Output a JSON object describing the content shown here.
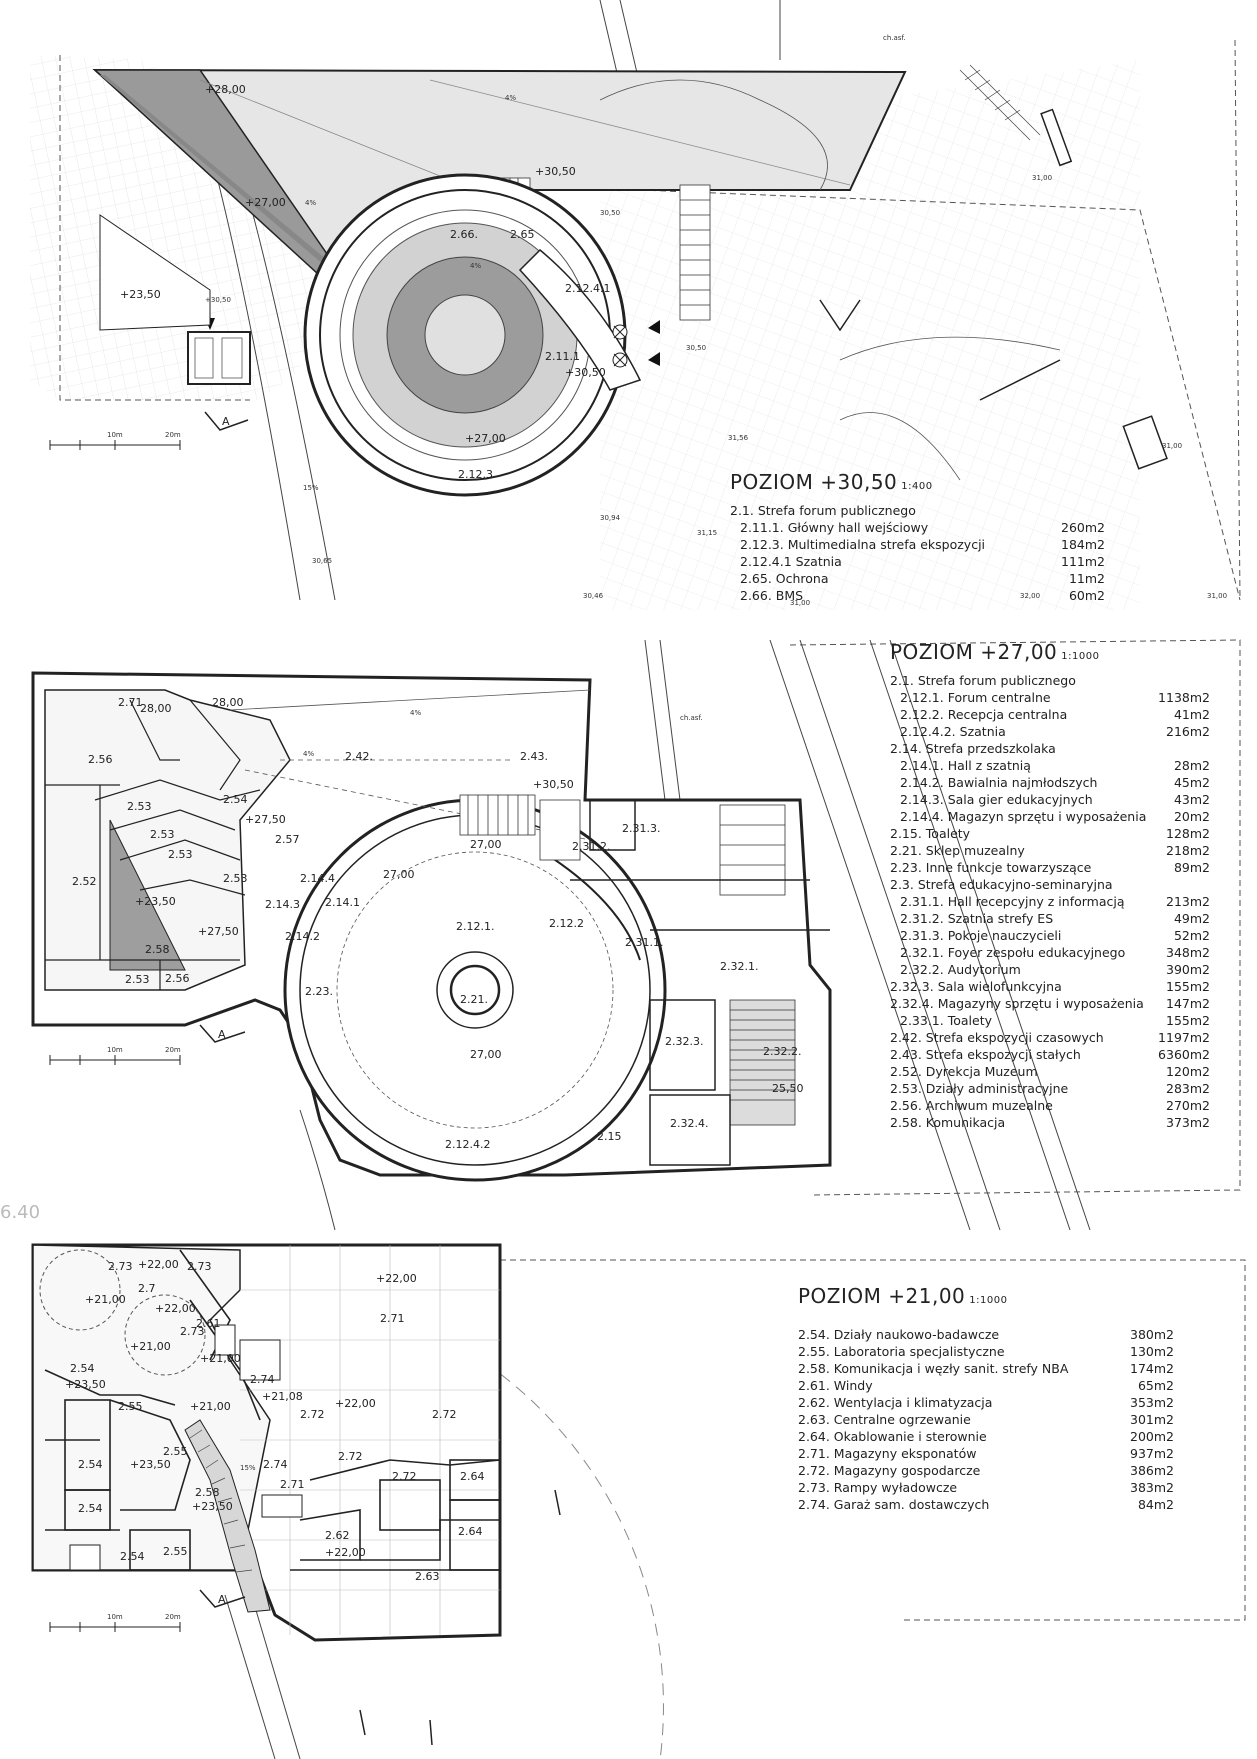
{
  "top": {
    "title": "POZIOM +30,50",
    "scale": "1:400",
    "rows": [
      {
        "name": "2.1. Strefa forum publicznego",
        "value": "",
        "sub": false
      },
      {
        "name": "2.11.1. Główny hall wejściowy",
        "value": "260m2",
        "sub": true
      },
      {
        "name": "2.12.3. Multimedialna strefa ekspozycji",
        "value": "184m2",
        "sub": true
      },
      {
        "name": "2.12.4.1 Szatnia",
        "value": "111m2",
        "sub": true
      },
      {
        "name": "2.65. Ochrona",
        "value": "11m2",
        "sub": true
      },
      {
        "name": "2.66. BMS",
        "value": "60m2",
        "sub": true
      }
    ],
    "labels": {
      "l1": "+28,00",
      "l2": "+27,00",
      "l3": "+30,50",
      "l4": "+23,50",
      "l5": "+30,50",
      "l6": "2.66.",
      "l7": "2.65",
      "l8": "2.12.4.1",
      "l9": "2.11.1",
      "l10": "+30,50",
      "l11": "+27,00",
      "l12": "2.12.3",
      "l13": "4%",
      "l14": "4%",
      "l15": "4%",
      "s1": "30,50",
      "s2": "30,50",
      "s3": "31,00",
      "s4": "31,00",
      "s5": "31,56",
      "s6": "31,15",
      "s7": "30,94",
      "s8": "30,46",
      "s9": "31,00",
      "s10": "32,00",
      "s11": "31,00",
      "s12": "30,65",
      "s13": "ch.asf.",
      "s14": "15%",
      "sc1": "10m",
      "sc2": "20m",
      "arrow": "A"
    }
  },
  "mid": {
    "title": "POZIOM +27,00",
    "scale": "1:1000",
    "rows": [
      {
        "name": "2.1. Strefa forum publicznego",
        "value": "",
        "sub": false
      },
      {
        "name": "2.12.1. Forum centralne",
        "value": "1138m2",
        "sub": true
      },
      {
        "name": "2.12.2. Recepcja centralna",
        "value": "41m2",
        "sub": true
      },
      {
        "name": "2.12.4.2. Szatnia",
        "value": "216m2",
        "sub": true
      },
      {
        "name": "2.14. Strefa przedszkolaka",
        "value": "",
        "sub": false
      },
      {
        "name": "2.14.1. Hall z szatnią",
        "value": "28m2",
        "sub": true
      },
      {
        "name": "2.14.2. Bawialnia najmłodszych",
        "value": "45m2",
        "sub": true
      },
      {
        "name": "2.14.3. Sala gier edukacyjnych",
        "value": "43m2",
        "sub": true
      },
      {
        "name": "2.14.4. Magazyn sprzętu i wyposażenia",
        "value": "20m2",
        "sub": true
      },
      {
        "name": "2.15. Toalety",
        "value": "128m2",
        "sub": false
      },
      {
        "name": "2.21. Sklep muzealny",
        "value": "218m2",
        "sub": false
      },
      {
        "name": "2.23. Inne funkcje towarzyszące",
        "value": "89m2",
        "sub": false
      },
      {
        "name": "2.3. Strefa edukacyjno-seminaryjna",
        "value": "",
        "sub": false
      },
      {
        "name": "2.31.1. Hall recepcyjny z informacją",
        "value": "213m2",
        "sub": true
      },
      {
        "name": "2.31.2. Szatnia strefy ES",
        "value": "49m2",
        "sub": true
      },
      {
        "name": "2.31.3. Pokoje nauczycieli",
        "value": "52m2",
        "sub": true
      },
      {
        "name": "2.32.1. Foyer zespołu edukacyjnego",
        "value": "348m2",
        "sub": true
      },
      {
        "name": "2.32.2. Audytorium",
        "value": "390m2",
        "sub": true
      },
      {
        "name": "2.32.3. Sala wielofunkcyjna",
        "value": "155m2",
        "sub": false
      },
      {
        "name": "2.32.4. Magazyny sprzętu i wyposażenia",
        "value": "147m2",
        "sub": false
      },
      {
        "name": "2.33.1. Toalety",
        "value": "155m2",
        "sub": true
      },
      {
        "name": "2.42. Strefa ekspozycji czasowych",
        "value": "1197m2",
        "sub": false
      },
      {
        "name": "2.43. Strefa ekspozycji stałych",
        "value": "6360m2",
        "sub": false
      },
      {
        "name": "2.52. Dyrekcja Muzeum",
        "value": "120m2",
        "sub": false
      },
      {
        "name": "2.53. Działy administracyjne",
        "value": "283m2",
        "sub": false
      },
      {
        "name": "2.56. Archiwum muzealne",
        "value": "270m2",
        "sub": false
      },
      {
        "name": "2.58. Komunikacja",
        "value": "373m2",
        "sub": false
      }
    ],
    "labels": {
      "m1": "2.71",
      "m2": "28,00",
      "m3": "28,00",
      "m4": "2.56",
      "m5": "2.53",
      "m6": "2.54",
      "m7": "2.53",
      "m8": "2.53",
      "m9": "2.53",
      "m10": "+27,50",
      "m11": "2.57",
      "m12": "2.14.4",
      "m13": "2.14.3",
      "m14": "2.14.1",
      "m15": "2.14.2",
      "m16": "2.52",
      "m17": "+23,50",
      "m18": "+27,50",
      "m19": "2.58",
      "m20": "2.53",
      "m21": "2.56",
      "m22": "2.23.",
      "m23": "2.42.",
      "m24": "2.43.",
      "m25": "+30,50",
      "m26": "27,00",
      "m27": "27,00",
      "m28": "2.31.2.",
      "m29": "2.31.3.",
      "m30": "2.12.1.",
      "m31": "2.12.2",
      "m32": "2.31.1.",
      "m33": "2.32.1.",
      "m34": "2.21.",
      "m35": "27,00",
      "m36": "2.32.3.",
      "m37": "2.32.2.",
      "m38": "25,50",
      "m39": "2.32.4.",
      "m40": "2.12.4.2",
      "m41": "2.15",
      "m42": "4%",
      "m43": "4%",
      "m44": "6.40",
      "m45": "ch.asf.",
      "sc1": "10m",
      "sc2": "20m",
      "arrow": "A"
    }
  },
  "bot": {
    "title": "POZIOM +21,00",
    "scale": "1:1000",
    "rows": [
      {
        "name": "2.54. Działy naukowo-badawcze",
        "value": "380m2",
        "sub": false
      },
      {
        "name": "2.55. Laboratoria specjalistyczne",
        "value": "130m2",
        "sub": false
      },
      {
        "name": "2.58. Komunikacja i węzły sanit. strefy NBA",
        "value": "174m2",
        "sub": false
      },
      {
        "name": "2.61. Windy",
        "value": "65m2",
        "sub": false
      },
      {
        "name": "2.62. Wentylacja i klimatyzacja",
        "value": "353m2",
        "sub": false
      },
      {
        "name": "2.63. Centralne ogrzewanie",
        "value": "301m2",
        "sub": false
      },
      {
        "name": "2.64. Okablowanie i sterownie",
        "value": "200m2",
        "sub": false
      },
      {
        "name": "2.71. Magazyny eksponatów",
        "value": "937m2",
        "sub": false
      },
      {
        "name": "2.72. Magazyny gospodarcze",
        "value": "386m2",
        "sub": false
      },
      {
        "name": "2.73. Rampy wyładowcze",
        "value": "383m2",
        "sub": false
      },
      {
        "name": "2.74. Garaż sam. dostawczych",
        "value": "84m2",
        "sub": false
      }
    ],
    "labels": {
      "b1": "2.73",
      "b2": "+22,00",
      "b3": "2.73",
      "b4": "+22,00",
      "b5": "+21,00",
      "b6": "2.7",
      "b7": "+22,00",
      "b8": "2.61",
      "b9": "2.73",
      "b10": "+21,00",
      "b11": "+21,00",
      "b12": "2.71",
      "b13": "2.54",
      "b14": "+23,50",
      "b15": "2.55",
      "b16": "2.74",
      "b17": "+21,08",
      "b18": "+21,00",
      "b19": "+22,00",
      "b20": "2.72",
      "b21": "2.72",
      "b22": "2.55",
      "b23": "2.54",
      "b24": "+23,50",
      "b25": "2.74",
      "b26": "2.72",
      "b27": "2.72",
      "b28": "2.64",
      "b29": "2.71",
      "b30": "2.58",
      "b31": "+23,50",
      "b32": "2.54",
      "b33": "2.64",
      "b34": "2.54",
      "b35": "2.55",
      "b36": "2.62",
      "b37": "+22,00",
      "b38": "2.63",
      "b39": "15%",
      "sc1": "10m",
      "sc2": "20m",
      "arrow": "A"
    }
  }
}
